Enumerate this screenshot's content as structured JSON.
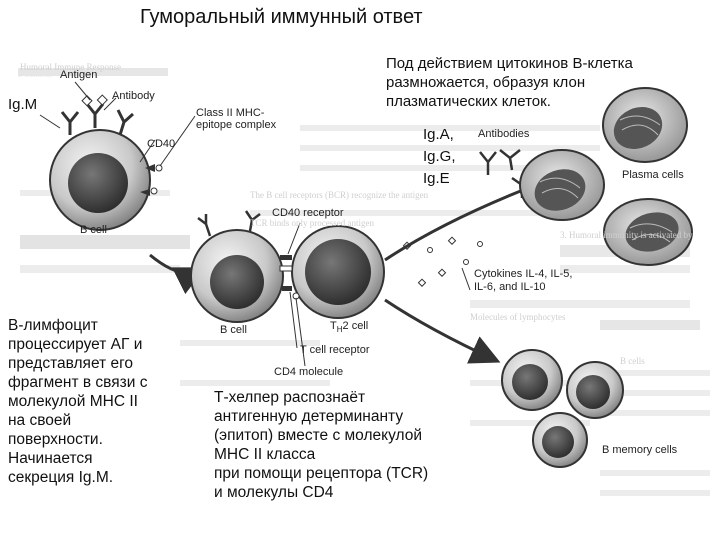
{
  "title": "Гуморальный иммунный ответ",
  "notes": {
    "top_right": "Под действием цитокинов В-клетка\nразмножается, образуя клон\nплазматических клеток.",
    "ig_classes": "Ig.A,\nIg.G,\nIg.E",
    "igm": "Ig.M",
    "left_block": "В-лимфоцит\nпроцессирует АГ и\nпредставляет его\nфрагмент в связи с\nмолекулой МНС II\nна своей\nповерхности.\nНачинается\nсекреция Ig.M.",
    "bottom_center": "Т-хелпер распознаёт\nантигенную детерминанту\n(эпитоп) вместе с молекулой\nМНС II класса\nпри помощи рецептора (TCR)\nи молекулы CD4"
  },
  "labels": {
    "antigen": "Antigen",
    "antibody": "Antibody",
    "class2": "Class II MHC-\nepitope complex",
    "cd40": "CD40",
    "bcell1": "B cell",
    "cd40_receptor": "CD40 receptor",
    "bcell2": "B cell",
    "th2": "T",
    "th2_sub": "H",
    "th2_rest": "2 cell",
    "tcr": "T cell receptor",
    "cd4": "CD4 molecule",
    "antibodies": "Antibodies",
    "plasma": "Plasma cells",
    "cytokines": "Cytokines IL-4, IL-5,\nIL-6, and IL-10",
    "memory": "B memory cells"
  },
  "background_text": [
    "Humoral Immune Response",
    "The B cell receptors (BCR) recognize the antigen",
    "TCR binds only processed antigen",
    "3. Humoral immunity is activated by",
    "Molecules of lymphocytes",
    "B cells"
  ]
}
